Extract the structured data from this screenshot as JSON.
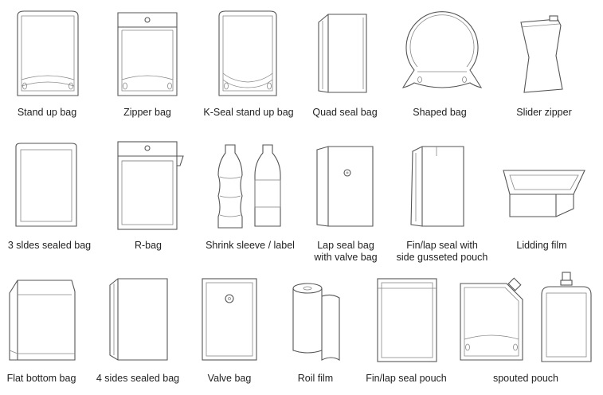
{
  "items": [
    {
      "label": "Stand up bag",
      "icon": "stand-up-bag-icon"
    },
    {
      "label": "Zipper bag",
      "icon": "zipper-bag-icon"
    },
    {
      "label": "K-Seal stand up bag",
      "icon": "k-seal-stand-up-bag-icon"
    },
    {
      "label": "Quad seal bag",
      "icon": "quad-seal-bag-icon"
    },
    {
      "label": "Shaped bag",
      "icon": "shaped-bag-icon"
    },
    {
      "label": "Slider zipper",
      "icon": "slider-zipper-icon"
    },
    {
      "label": "3 sldes sealed bag",
      "icon": "three-sides-sealed-bag-icon"
    },
    {
      "label": "R-bag",
      "icon": "r-bag-icon"
    },
    {
      "label": "Shrink sleeve / label",
      "icon": "shrink-sleeve-bottles-icon"
    },
    {
      "label": "Lap seal bag",
      "label2": "with valve bag",
      "icon": "lap-seal-valve-bag-icon"
    },
    {
      "label": "Fin/lap seal with",
      "label2": "side gusseted pouch",
      "icon": "side-gusseted-pouch-icon"
    },
    {
      "label": "Lidding film",
      "icon": "lidding-film-tray-icon"
    },
    {
      "label": "Flat bottom bag",
      "icon": "flat-bottom-bag-icon"
    },
    {
      "label": "4 sides sealed bag",
      "icon": "four-sides-sealed-bag-icon"
    },
    {
      "label": "Valve bag",
      "icon": "valve-bag-icon"
    },
    {
      "label": "Roil film",
      "icon": "roll-film-icon"
    },
    {
      "label": "Fin/lap seal pouch",
      "icon": "fin-lap-seal-pouch-icon"
    },
    {
      "label": "spouted pouch",
      "icon": "spouted-pouch-icon"
    }
  ]
}
